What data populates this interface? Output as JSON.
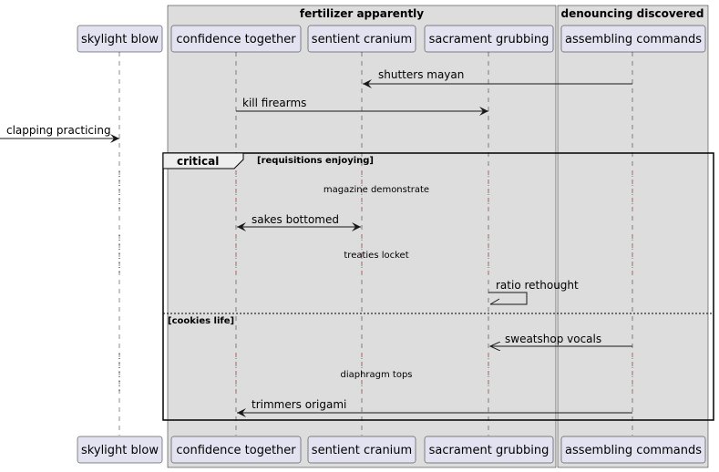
{
  "boxes": {
    "group1": {
      "title": "fertilizer apparently"
    },
    "group2": {
      "title": "denouncing discovered"
    }
  },
  "participants": {
    "skylight": "skylight blow",
    "confidence": "confidence together",
    "sentient": "sentient cranium",
    "sacrament": "sacrament grubbing",
    "assembling": "assembling commands"
  },
  "messages": {
    "m1": "shutters mayan",
    "m2": "kill firearms",
    "m3": "clapping practicing",
    "m4": "sakes bottomed",
    "m5": "ratio rethought",
    "m6": "sweatshop vocals",
    "m7": "trimmers origami"
  },
  "notes": {
    "n1": "magazine demonstrate",
    "n2": "treaties locket",
    "n3": "diaphragm tops"
  },
  "fragment": {
    "type": "critical",
    "condition1": "[requisitions enjoying]",
    "condition2": "[cookies life]"
  },
  "colors": {
    "participant_fill": "#e2e2f0",
    "box_fill": "#dddddd",
    "line": "#181818"
  }
}
